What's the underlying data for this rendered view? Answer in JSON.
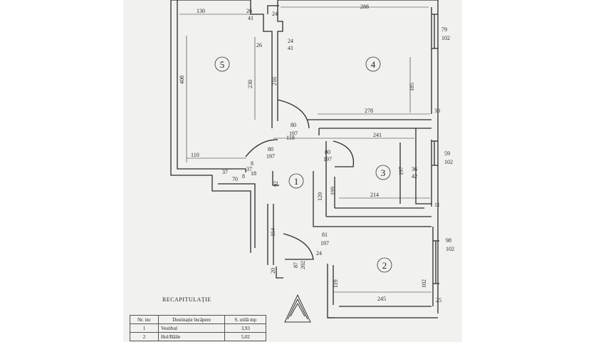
{
  "rooms": [
    {
      "id": "room-5",
      "label": "5"
    },
    {
      "id": "room-4",
      "label": "4"
    },
    {
      "id": "room-3",
      "label": "3"
    },
    {
      "id": "room-1",
      "label": "1"
    },
    {
      "id": "room-2",
      "label": "2"
    }
  ],
  "dimensions": {
    "d130": "130",
    "d26a": "26",
    "d41a": "41",
    "d24a": "24",
    "d288": "288",
    "d79": "79",
    "d102a": "102",
    "d24b": "24",
    "d41b": "41",
    "d26b": "26",
    "d408": "408",
    "d230": "230",
    "d216": "216",
    "d185": "185",
    "d278": "278",
    "d30": "30",
    "d80a": "80",
    "d197a": "197",
    "d118": "118",
    "d241": "241",
    "d110": "110",
    "d80b": "80",
    "d197b": "197",
    "d80c": "80",
    "d197c": "197",
    "d59": "59",
    "d102b": "102",
    "d197d": "197",
    "d36": "36",
    "d42": "42",
    "d37a": "37",
    "d8a": "8",
    "d37b": "37",
    "d70": "70",
    "d8b": "8",
    "d18": "18",
    "d92": "92",
    "d120": "120",
    "d199": "199",
    "d214": "214",
    "d11": "11",
    "d154": "154",
    "d81": "81",
    "d197e": "197",
    "d98": "98",
    "d102c": "102",
    "d20": "20",
    "d87": "87",
    "d202": "202",
    "d24c": "24",
    "d119": "119",
    "d245": "245",
    "d102d": "102",
    "d25": "25"
  },
  "recap": {
    "title": "RECAPITULAȚIE",
    "headers": [
      "Nr. inc",
      "Destinație încăpere",
      "S. utilă mp"
    ],
    "rows": [
      {
        "nr": "1",
        "dest": "Vestibul",
        "area": "3,93"
      },
      {
        "nr": "2",
        "dest": "Hol/Băile",
        "area": "5,02"
      }
    ]
  }
}
